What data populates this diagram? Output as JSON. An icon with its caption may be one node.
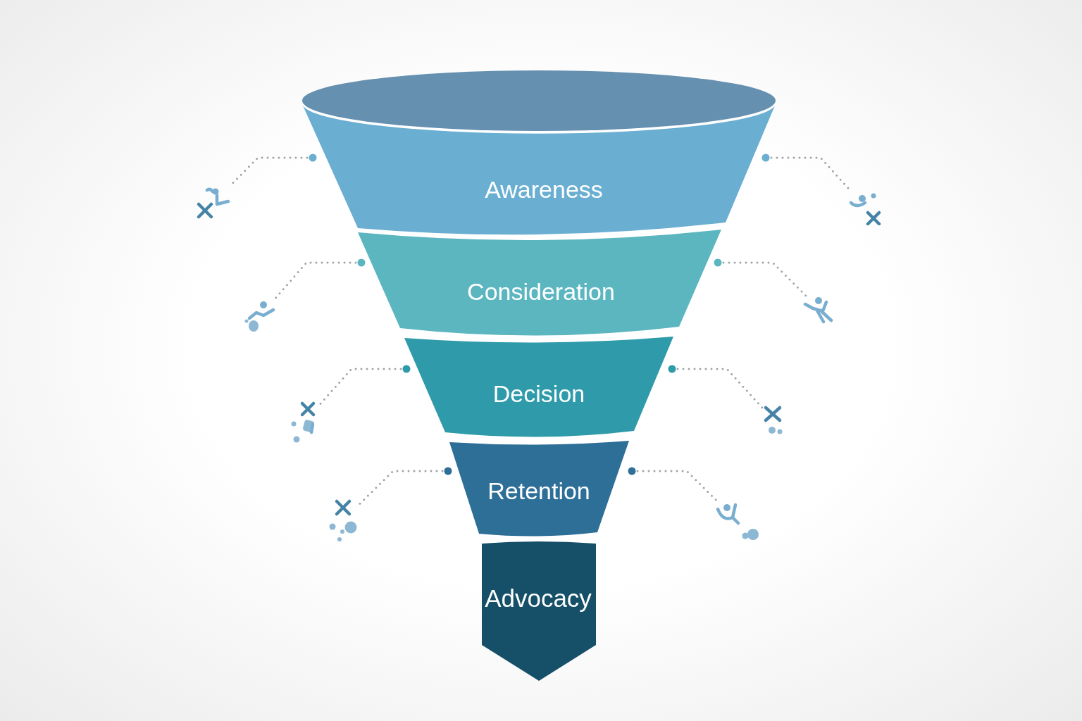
{
  "diagram": {
    "nodes": [
      {
        "text": [],
        "shape": "ellipse"
      },
      {
        "text": [
          "Awareness"
        ]
      },
      {
        "text": [
          "Consideration"
        ]
      },
      {
        "text": [
          "Decision"
        ]
      },
      {
        "text": [
          "Retention"
        ]
      },
      {
        "text": [
          "Advocacy"
        ]
      },
      {
        "text": [],
        "shape": "picture"
      },
      {
        "text": [],
        "shape": "picture"
      },
      {
        "text": [],
        "shape": "picture"
      },
      {
        "text": [],
        "shape": "picture"
      },
      {
        "text": [],
        "shape": "picture"
      },
      {
        "text": [],
        "shape": "picture"
      },
      {
        "text": [],
        "shape": "picture"
      },
      {
        "text": [],
        "shape": "picture"
      }
    ],
    "edges": [
      {
        "from": 1,
        "to": 6,
        "arrow": "other",
        "style": "dashed"
      },
      {
        "from": 1,
        "to": 7,
        "arrow": "other",
        "style": "dashed"
      },
      {
        "from": 2,
        "to": 8,
        "arrow": "other",
        "style": "dashed"
      },
      {
        "from": 2,
        "to": 9,
        "arrow": "other",
        "style": "dashed"
      },
      {
        "from": 3,
        "to": 10,
        "arrow": "other",
        "style": "dashed"
      },
      {
        "from": 3,
        "to": 11,
        "arrow": "other",
        "style": "dashed"
      },
      {
        "from": 4,
        "to": 12,
        "arrow": "other",
        "style": "dashed"
      },
      {
        "from": 4,
        "to": 13,
        "arrow": "other",
        "style": "dashed"
      }
    ]
  }
}
